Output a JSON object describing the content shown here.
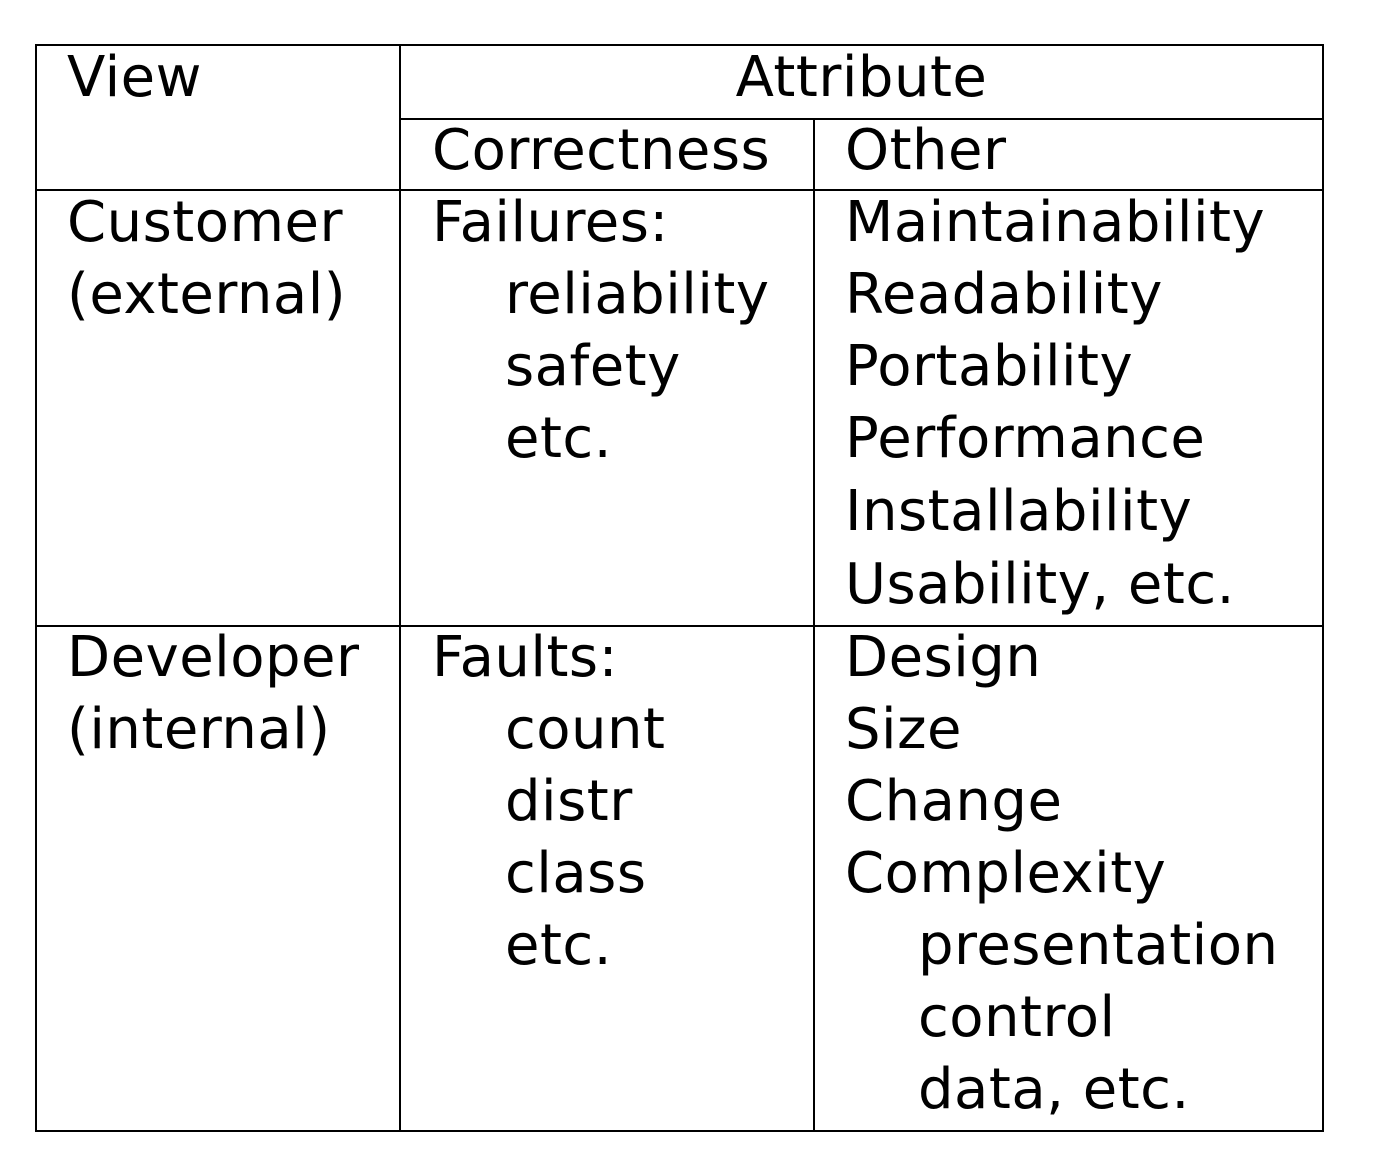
{
  "table": {
    "header": {
      "view": "View",
      "attribute": "Attribute",
      "correctness": "Correctness",
      "other": "Other"
    },
    "rows": [
      {
        "view": [
          "Customer",
          "(external)"
        ],
        "correctness_title": "Failures:",
        "correctness_items": [
          "reliability",
          "safety",
          "etc."
        ],
        "other_items": [
          "Maintainability",
          "Readability",
          "Portability",
          "Performance",
          "Installability",
          "Usability, etc."
        ],
        "other_subitems": []
      },
      {
        "view": [
          "Developer",
          "(internal)"
        ],
        "correctness_title": "Faults:",
        "correctness_items": [
          "count",
          "distr",
          "class",
          "etc."
        ],
        "other_items": [
          "Design",
          "Size",
          "Change",
          "Complexity"
        ],
        "other_subitems": [
          "presentation",
          "control",
          "data, etc."
        ]
      }
    ]
  }
}
